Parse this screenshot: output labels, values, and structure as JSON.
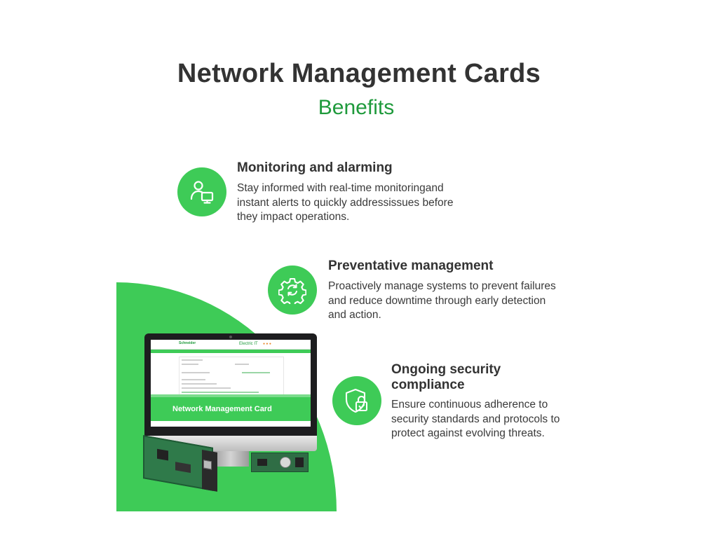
{
  "header": {
    "title": "Network Management Cards",
    "subtitle": "Benefits"
  },
  "benefits": [
    {
      "icon": "user-monitor-icon",
      "title": "Monitoring and alarming",
      "desc_lines": [
        "Stay informed with real-time monitoringand",
        "instant alerts to quickly addressissues before",
        "they impact operations."
      ]
    },
    {
      "icon": "gear-refresh-icon",
      "title": "Preventative management",
      "desc_lines": [
        "Proactively manage systems to prevent failures",
        "and reduce downtime through early detection",
        "and action."
      ]
    },
    {
      "icon": "shield-lock-icon",
      "title_lines": [
        "Ongoing security",
        "compliance"
      ],
      "desc_lines": [
        "Ensure continuous adherence to",
        "security standards and protocols to",
        "protect against evolving threats."
      ]
    }
  ],
  "illustration": {
    "banner_text": "Network Management Card",
    "screen_logo": "Schneider",
    "screen_brand": "Electric IT"
  },
  "colors": {
    "accent": "#3ecb57",
    "subtitle": "#1f9a3c",
    "text": "#333333"
  }
}
